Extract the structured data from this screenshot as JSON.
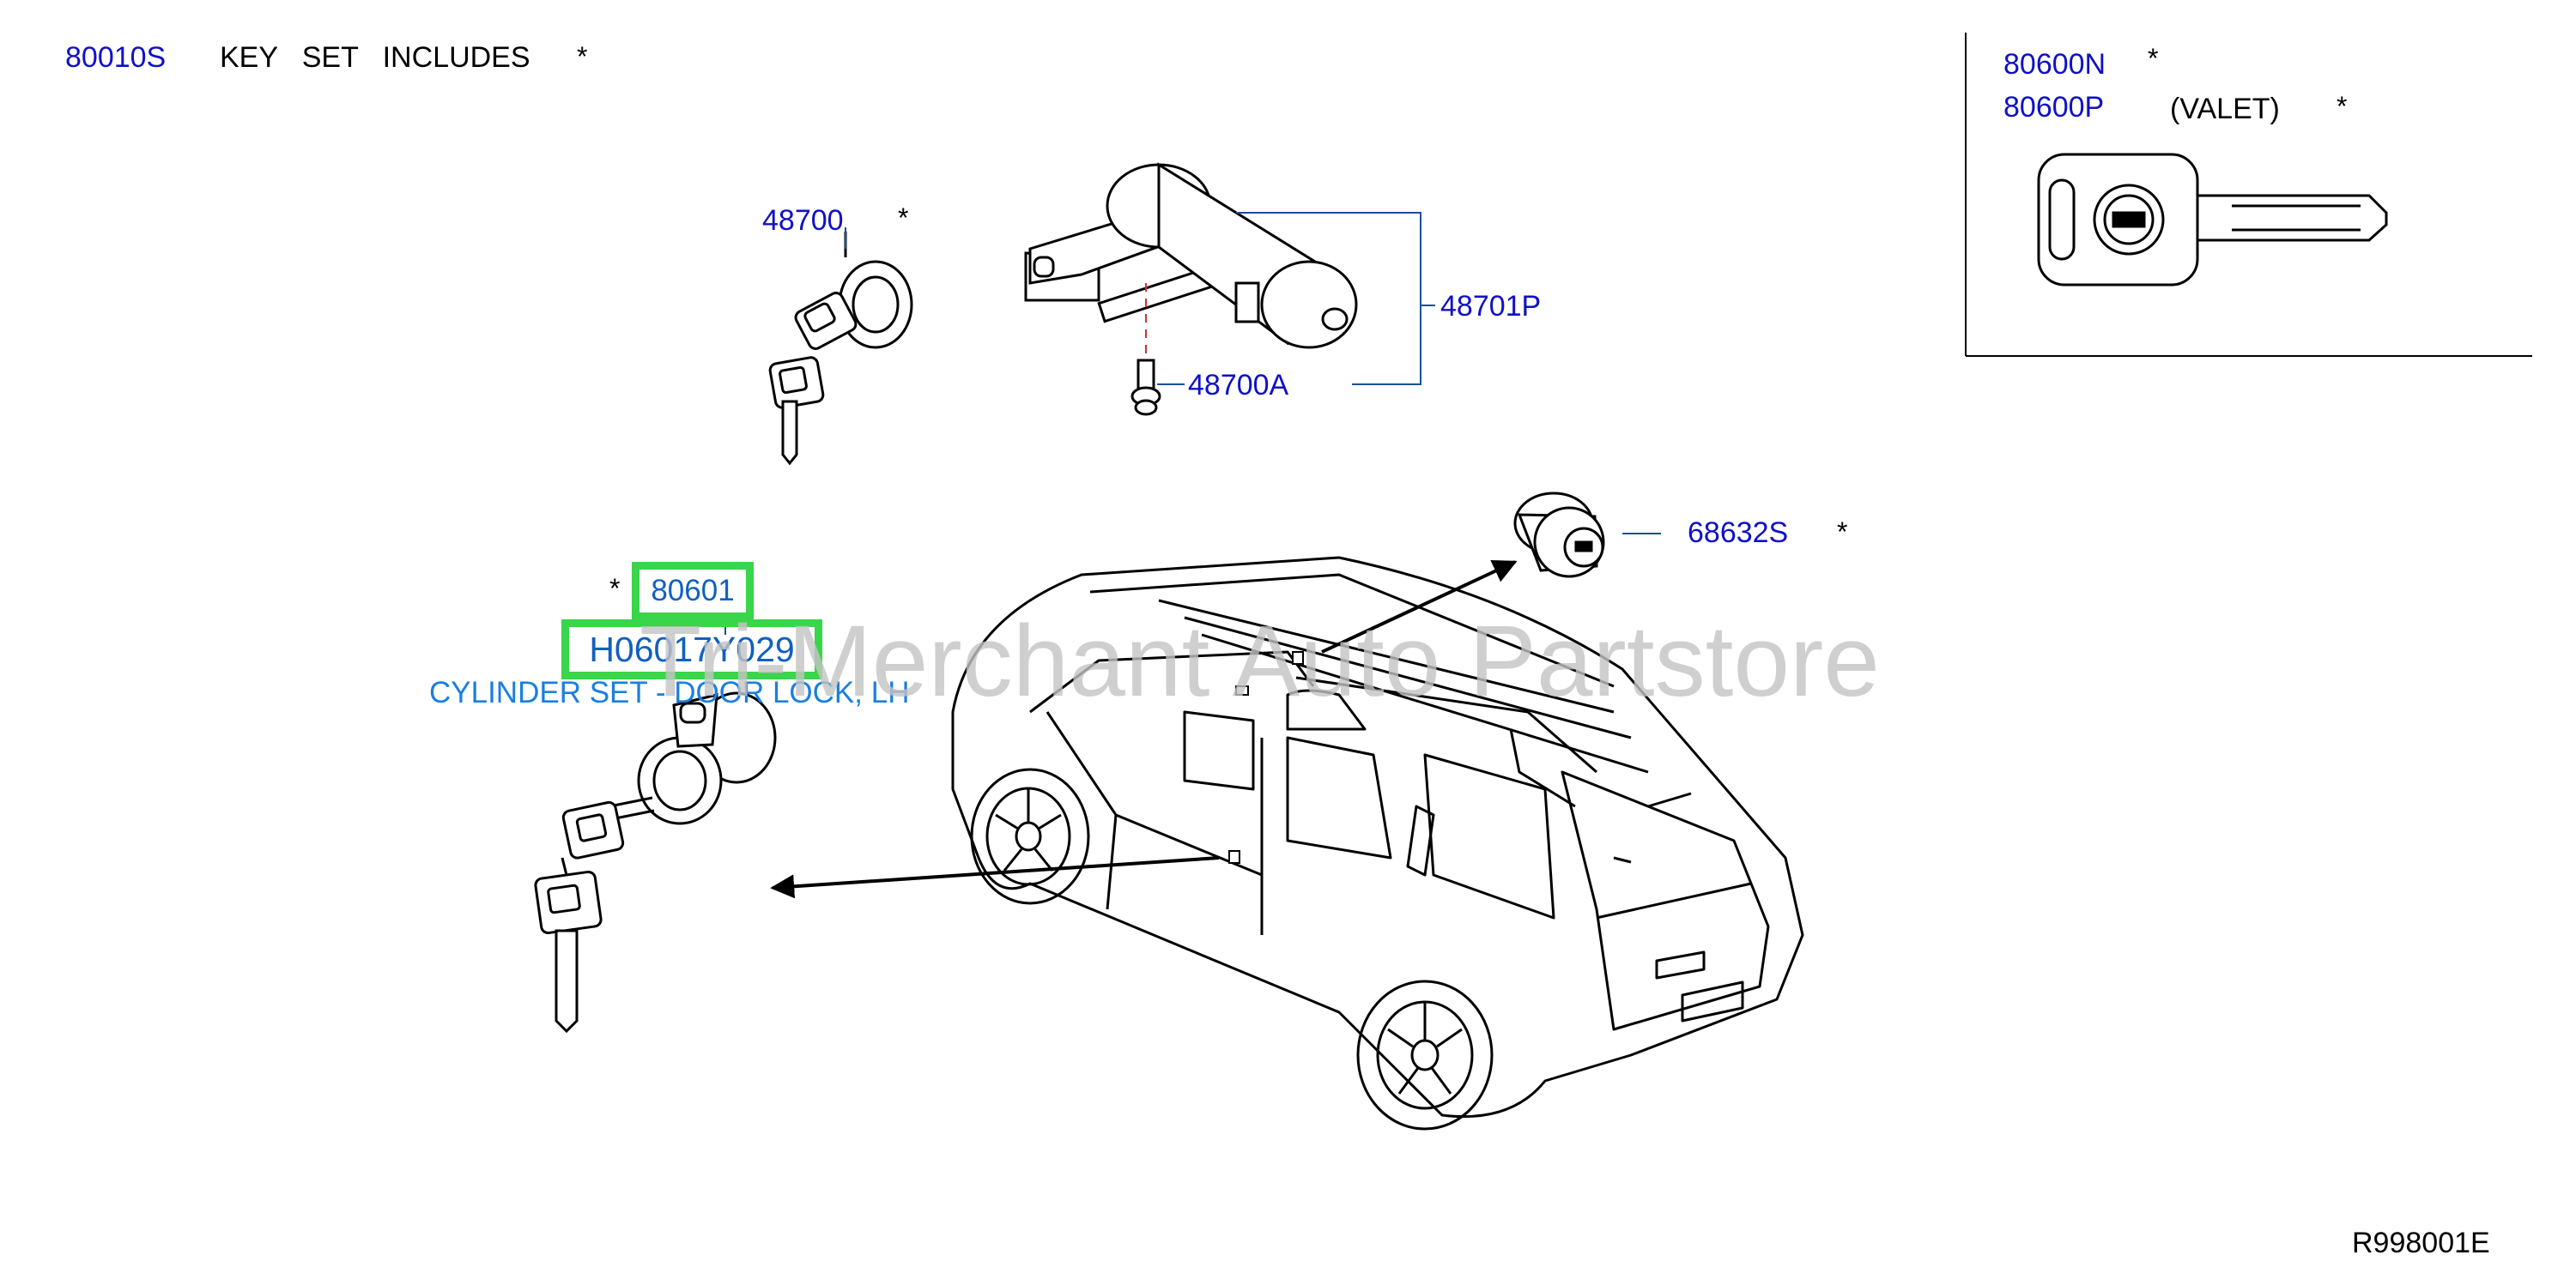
{
  "header": {
    "kit_part": "80010S",
    "kit_text": "KEY   SET   INCLUDES",
    "kit_star": "*"
  },
  "keys_box": {
    "part_n": "80600N",
    "part_n_star": "*",
    "part_p": "80600P",
    "valet": "(VALET)",
    "part_p_star": "*"
  },
  "parts": {
    "p48700": "48700",
    "p48700_star": "*",
    "p48701P": "48701P",
    "p48700A": "48700A",
    "p68632S": "68632S",
    "p68632S_star": "*",
    "p80601_star": "*"
  },
  "highlight": {
    "callout": "80601",
    "part_number": "H06017Y029",
    "description": "CYLINDER SET - DOOR LOCK, LH"
  },
  "watermark": "Tri-Merchant Auto Partstore",
  "diagram_ref": "R998001E",
  "colors": {
    "part_number": "#1010c8",
    "highlight": "#39d54a",
    "description": "#1a7fe0",
    "watermark": "#c4c4c4"
  }
}
